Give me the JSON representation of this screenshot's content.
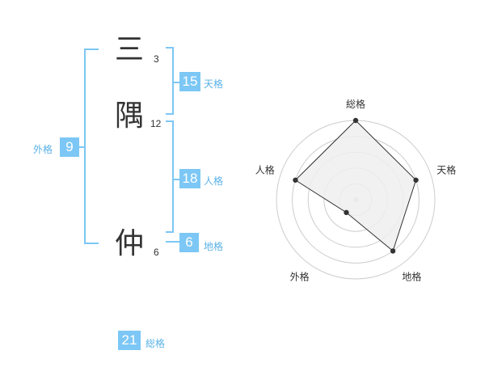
{
  "name": {
    "chars": [
      {
        "char": "三",
        "strokes": "3"
      },
      {
        "char": "隅",
        "strokes": "12"
      },
      {
        "char": "仲",
        "strokes": "6"
      }
    ]
  },
  "kaku": {
    "tenkaku": {
      "value": "15",
      "label": "天格"
    },
    "jinkaku": {
      "value": "18",
      "label": "人格"
    },
    "chikaku": {
      "value": "6",
      "label": "地格"
    },
    "gaikaku": {
      "value": "9",
      "label": "外格"
    },
    "soukaku": {
      "value": "21",
      "label": "総格"
    }
  },
  "colors": {
    "accent": "#7cc7f5",
    "label": "#5ab2e6",
    "text": "#333333",
    "grid": "#cccccc",
    "fill": "#eeeeee"
  },
  "chart_data": {
    "type": "radar",
    "axes": [
      "総格",
      "天格",
      "地格",
      "外格",
      "人格"
    ],
    "values": [
      5,
      4,
      4,
      1,
      4
    ],
    "rmax": 5,
    "grid_levels": 5
  }
}
